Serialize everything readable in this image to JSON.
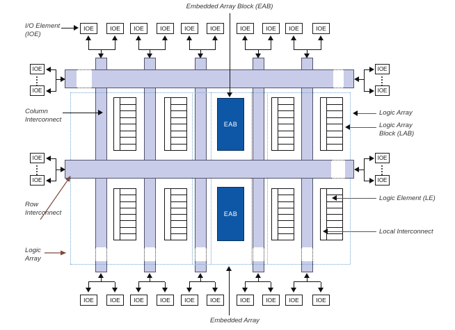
{
  "title": "Embedded Array Block (EAB)",
  "blocks": {
    "ioe": "IOE",
    "eab": "EAB"
  },
  "callouts": {
    "io_element_line1": "I/O Element",
    "io_element_line2": "(IOE)",
    "column_interconnect_line1": "Column",
    "column_interconnect_line2": "Interconnect",
    "row_interconnect_line1": "Row",
    "row_interconnect_line2": "Interconnect",
    "logic_array_left_line1": "Logic",
    "logic_array_left_line2": "Array",
    "logic_array_right": "Logic Array",
    "lab_line1": "Logic Array",
    "lab_line2": "Block (LAB)",
    "logic_element": "Logic Element (LE)",
    "local_interconnect": "Local Interconnect",
    "embedded_array": "Embedded Array"
  },
  "colors": {
    "interconnect_fill": "#c8cce8",
    "eab_fill": "#0d57a6",
    "dotted_outline": "#6fa5d2",
    "callout_arrow_brown": "#7b4a3a"
  }
}
